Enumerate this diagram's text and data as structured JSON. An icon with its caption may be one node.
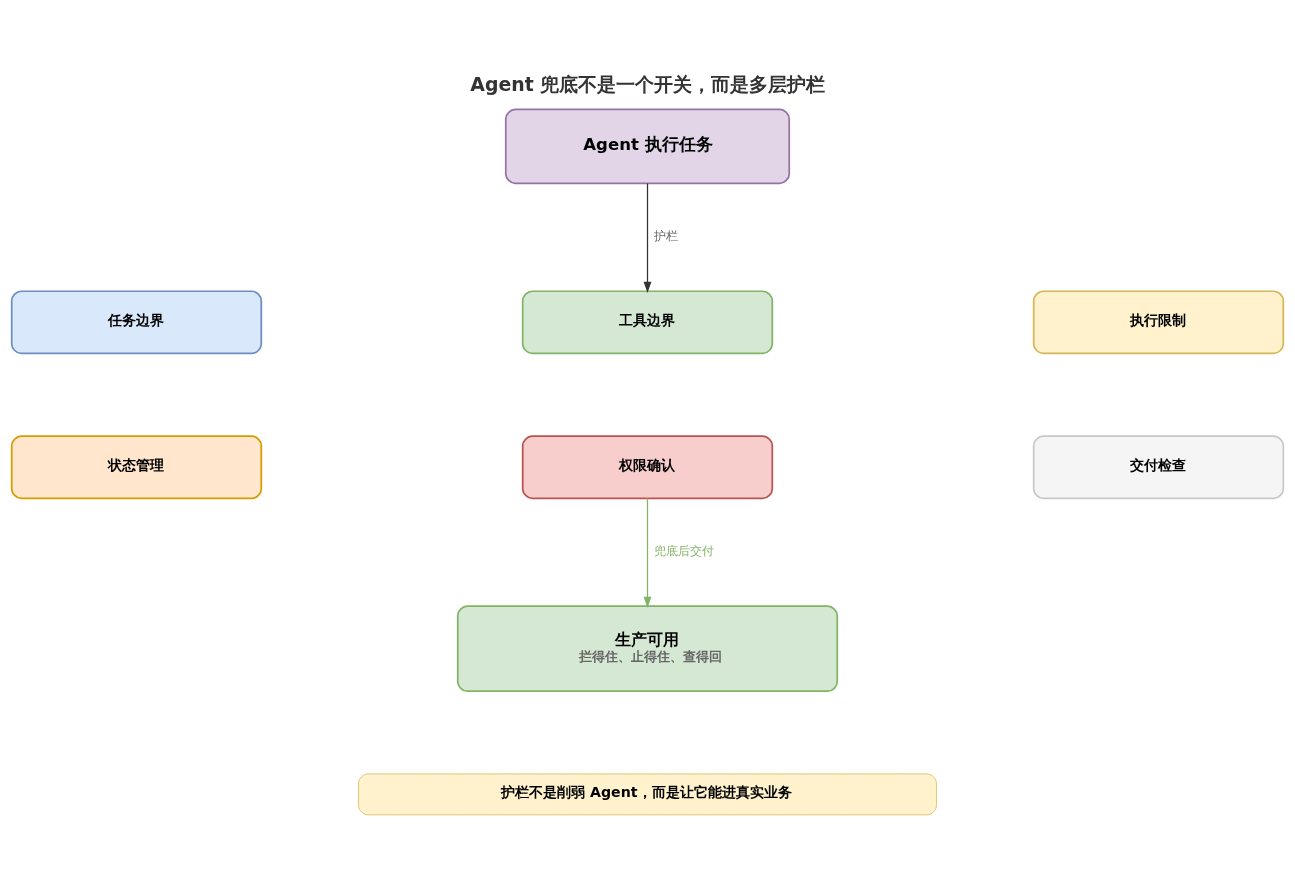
{
  "diagram": {
    "title": "Agent 兜底不是一个开关，而是多层护栏",
    "nodes": [
      {
        "text": [
          "Agent 执行任务"
        ]
      },
      {
        "text": [
          "任务边界"
        ]
      },
      {
        "text": [
          "工具边界"
        ]
      },
      {
        "text": [
          "执行限制"
        ]
      },
      {
        "text": [
          "状态管理"
        ]
      },
      {
        "text": [
          "权限确认"
        ]
      },
      {
        "text": [
          "交付检查"
        ]
      },
      {
        "text": [
          "生产可用",
          "拦得住、止得住、查得回"
        ]
      },
      {
        "text": [
          "护栏不是削弱 Agent，而是让它能进真实业务"
        ]
      }
    ],
    "edges": [
      {
        "from": 0,
        "to": 2,
        "arrow": "to",
        "label": "护栏"
      },
      {
        "from": 5,
        "to": 7,
        "arrow": "to",
        "label": "兜底后交付",
        "color": "#82b366"
      }
    ]
  }
}
